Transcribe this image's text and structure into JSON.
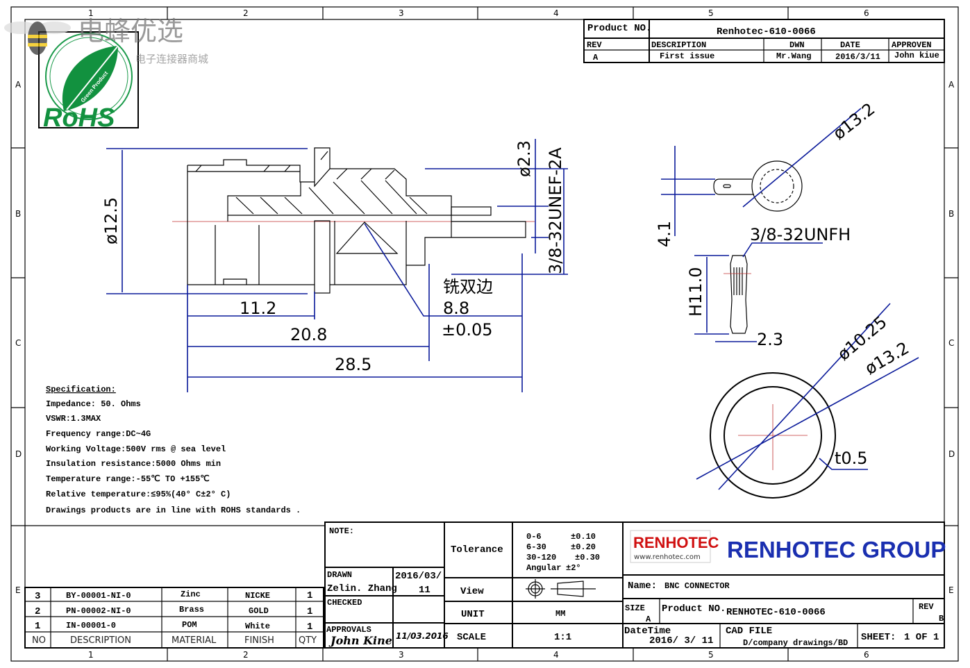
{
  "watermark": {
    "title": "电蜂优选",
    "subtitle": "电子连接器商城"
  },
  "rohs_logo": {
    "text": "RoHS",
    "subtext": "Green Product"
  },
  "grid": {
    "columns": [
      "1",
      "2",
      "3",
      "4",
      "5",
      "6"
    ],
    "rows": [
      "A",
      "B",
      "C",
      "D",
      "E"
    ]
  },
  "revision_block": {
    "product_no_label": "Product NO.",
    "product_no": "Renhotec-610-0066",
    "headers": [
      "REV",
      "DESCRIPTION",
      "DWN",
      "DATE",
      "APPROVEN"
    ],
    "row": [
      "A",
      "First issue",
      "Mr.Wang",
      "2016/3/11",
      "John kiue"
    ]
  },
  "dimensions": {
    "d12_5": "ø12.5",
    "d2_3": "ø2.3",
    "thread": "3/8-32UNEF-2A",
    "len11_2": "11.2",
    "len20_8": "20.8",
    "len28_5": "28.5",
    "mill_note": "铣双边",
    "flat": "8.8",
    "flat_tol": "±0.05",
    "tab_d13_2": "ø13.2",
    "tab_4_1": "4.1",
    "nut_thread": "3/8-32UNFH",
    "nut_h": "H11.0",
    "nut_w": "2.3",
    "ring_d10_25": "ø10.25",
    "ring_d13_2": "ø13.2",
    "ring_t": "t0.5"
  },
  "specification": {
    "title": "Specification:",
    "lines": [
      "Impedance: 50. Ohms",
      "VSWR:1.3MAX",
      "Frequency range:DC~4G",
      "Working Voltage:500V rms @ sea level",
      "Insulation resistance:5000 Ohms min",
      "Temperature range:-55℃ TO +155℃",
      "Relative temperature:≤95%(40° C±2° C)",
      "Drawings products are in line with ROHS standards ."
    ]
  },
  "parts_table": {
    "headers": [
      "NO",
      "DESCRIPTION",
      "MATERIAL",
      "FINISH",
      "QTY"
    ],
    "rows": [
      [
        "3",
        "BY-00001-NI-0",
        "Zinc",
        "NICKE",
        "1"
      ],
      [
        "2",
        "PN-00002-NI-0",
        "Brass",
        "GOLD",
        "1"
      ],
      [
        "1",
        "IN-00001-0",
        "POM",
        "White",
        "1"
      ]
    ]
  },
  "note_block": {
    "note_label": "NOTE:",
    "drawn_label": "DRAWN",
    "drawn_by": "Zelin. Zhang",
    "drawn_date_1": "2016/03/",
    "drawn_date_2": "11",
    "checked_label": "CHECKED",
    "approvals_label": "APPROVALS",
    "approvals_sign": "John Kine",
    "approvals_date": "11/03.2016"
  },
  "spec_block": {
    "tolerance_label": "Tolerance",
    "tolerances": [
      [
        "0-6",
        "±0.10"
      ],
      [
        "6-30",
        "±0.20"
      ],
      [
        "30-120",
        "±0.30"
      ],
      [
        "Angular",
        "±2°"
      ]
    ],
    "view_label": "View",
    "unit_label": "UNIT",
    "unit": "MM",
    "scale_label": "SCALE",
    "scale": "1:1"
  },
  "company": {
    "logo": "RENHOTEC",
    "logo_url": "www.renhotec.com",
    "name": "RENHOTEC GROUP",
    "brand_color": "#1a2fb0",
    "logo_red": "#d01010"
  },
  "title_block": {
    "name_label": "Name:",
    "name": "BNC CONNECTOR",
    "size_label": "SIZE",
    "size": "A",
    "product_no_label": "Product NO.",
    "product_no": "RENHOTEC-610-0066",
    "rev_label": "REV",
    "rev": "B",
    "datetime_label": "DateTime",
    "datetime": "2016/ 3/ 11",
    "cad_label": "CAD FILE",
    "cad_path": "D/company drawings/BD",
    "sheet_label": "SHEET:",
    "sheet": "1 OF 1"
  }
}
